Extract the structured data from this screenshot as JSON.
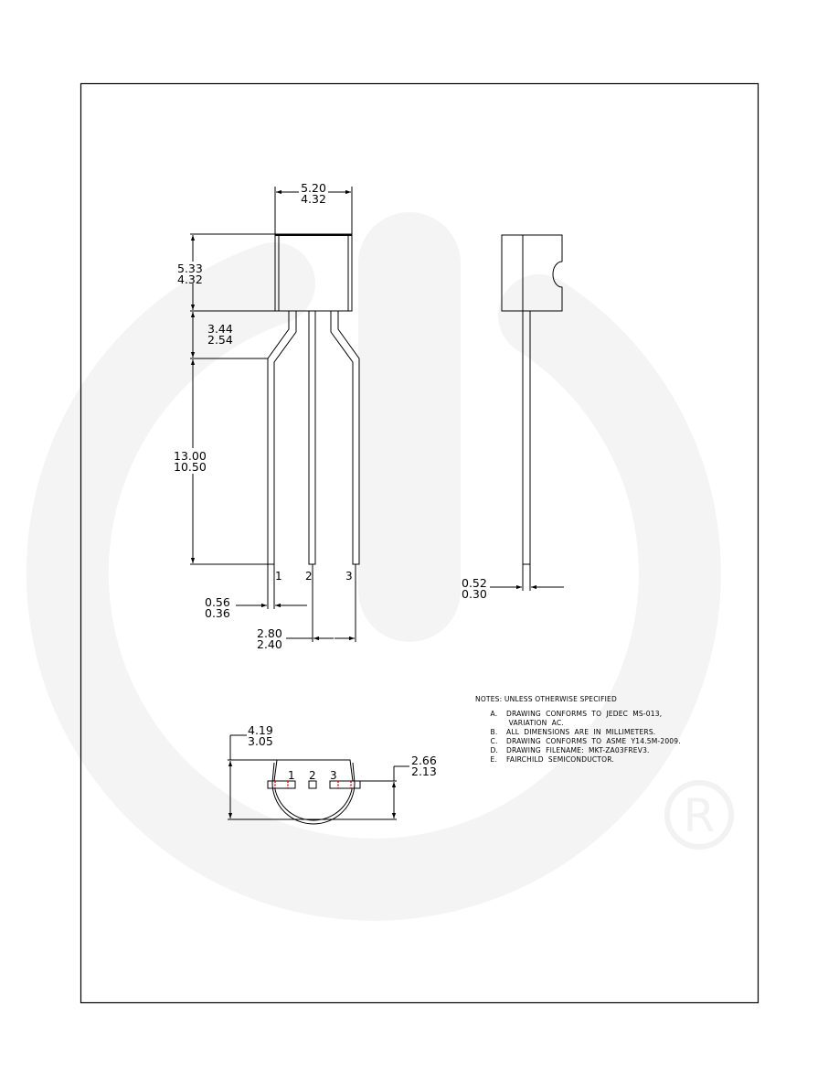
{
  "drawing": {
    "colors": {
      "line": "#000000",
      "watermark": "#f4f4f4",
      "marker": "#e00000",
      "background": "#ffffff"
    },
    "front_view": {
      "body_width": {
        "max": "5.20",
        "min": "4.32"
      },
      "body_height": {
        "max": "5.33",
        "min": "4.32"
      },
      "lead_bend": {
        "max": "3.44",
        "min": "2.54"
      },
      "lead_length": {
        "max": "13.00",
        "min": "10.50"
      },
      "lead_width": {
        "max": "0.56",
        "min": "0.36"
      },
      "lead_pitch": {
        "max": "2.80",
        "min": "2.40"
      },
      "pin_labels": [
        "1",
        "2",
        "3"
      ]
    },
    "side_view": {
      "lead_thickness": {
        "max": "0.52",
        "min": "0.30"
      }
    },
    "bottom_view": {
      "total_depth": {
        "max": "4.19",
        "min": "3.05"
      },
      "flat_to_round": {
        "max": "2.66",
        "min": "2.13"
      },
      "pin_labels": [
        "1",
        "2",
        "3"
      ]
    },
    "watermark": {
      "name": "power-logo-watermark",
      "registered_mark": "R"
    }
  },
  "notes": {
    "header": "NOTES:  UNLESS  OTHERWISE  SPECIFIED",
    "items": [
      {
        "key": "A.",
        "text": "DRAWING  CONFORMS  TO  JEDEC  MS-013,\n VARIATION  AC."
      },
      {
        "key": "B.",
        "text": "ALL  DIMENSIONS  ARE  IN  MILLIMETERS."
      },
      {
        "key": "C.",
        "text": "DRAWING  CONFORMS  TO  ASME  Y14.5M-2009."
      },
      {
        "key": "D.",
        "text": "DRAWING  FILENAME:  MKT-ZA03FREV3."
      },
      {
        "key": "E.",
        "text": "FAIRCHILD  SEMICONDUCTOR."
      }
    ]
  }
}
